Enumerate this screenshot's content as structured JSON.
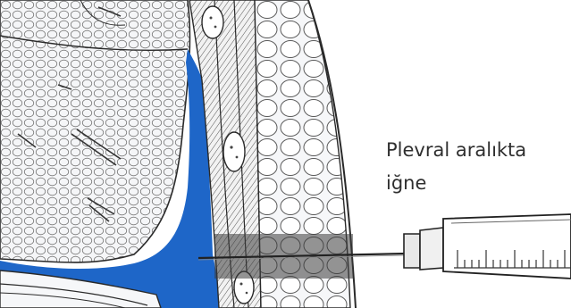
{
  "caption": {
    "line1": "Plevral aralıkta",
    "line2": "iğne"
  },
  "colors": {
    "pleural_fluid": "#1e66c8",
    "outline": "#2a2a2a",
    "background": "#ffffff",
    "tissue_fill": "#f4f5f7",
    "hatch": "#555555",
    "dark_band": "#3a3a3a"
  },
  "icons": [
    "lung-tissue",
    "pleural-space",
    "intercostal-muscle",
    "fat-layer",
    "rib",
    "needle",
    "syringe"
  ]
}
